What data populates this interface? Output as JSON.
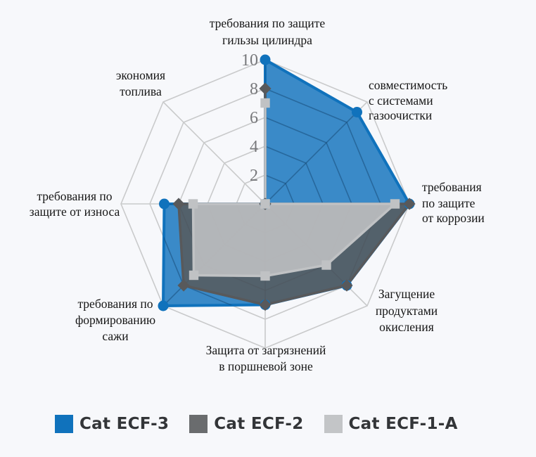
{
  "page": {
    "background_color": "#F7F8FB"
  },
  "chart_data": {
    "type": "radar",
    "title": "",
    "axes": [
      {
        "label": "требования по защите гильзы цилиндра",
        "label_lines": [
          "требования по защите",
          "гильзы цилиндра"
        ]
      },
      {
        "label": "совместимость с системами газоочистки",
        "label_lines": [
          "совместимость",
          "с системами",
          "газоочистки"
        ]
      },
      {
        "label": "требования по защите от коррозии",
        "label_lines": [
          "требования",
          "по защите",
          "от коррозии"
        ]
      },
      {
        "label": "Загущение продуктами окисления",
        "label_lines": [
          "Загущение",
          "продуктами",
          "окисления"
        ]
      },
      {
        "label": "Защита от загрязнений в поршневой зоне",
        "label_lines": [
          "Защита от загрязнений",
          "в поршневой зоне"
        ]
      },
      {
        "label": "требования по формированию сажи",
        "label_lines": [
          "требования по",
          "формированию",
          "сажи"
        ]
      },
      {
        "label": "требования по защите от износа",
        "label_lines": [
          "требования по",
          "защите от износа"
        ]
      },
      {
        "label": "экономия топлива",
        "label_lines": [
          "экономия",
          "топлива"
        ]
      }
    ],
    "scale": {
      "min": 0,
      "max": 10,
      "tick_step": 2,
      "tick_labels": [
        "2",
        "4",
        "6",
        "8",
        "10"
      ]
    },
    "series": [
      {
        "name": "Cat ECF-3",
        "color": "#1072BC",
        "legend_color": "#1072BC",
        "marker": "circle",
        "fill_opacity": 0.82,
        "values": [
          10,
          9,
          10,
          8,
          7,
          10,
          7,
          0
        ]
      },
      {
        "name": "Cat ECF-2",
        "color": "#58595B",
        "legend_color": "#6A6C6E",
        "marker": "diamond",
        "fill_opacity": 0.85,
        "values": [
          8,
          0,
          10,
          8,
          7,
          8,
          6,
          0
        ]
      },
      {
        "name": "Cat ECF-1-A",
        "color": "#C0C2C4",
        "legend_color": "#C3C5C7",
        "marker": "square",
        "fill_opacity": 0.88,
        "values": [
          7,
          0,
          9,
          6,
          5,
          7,
          5,
          0
        ]
      }
    ],
    "grid": {
      "shape": "octagon",
      "levels": [
        2,
        4,
        6,
        8,
        10
      ],
      "color": "#C9CACB"
    },
    "legend_position": "bottom",
    "axis_label_color": "#161616",
    "tick_color": "#77787B"
  }
}
